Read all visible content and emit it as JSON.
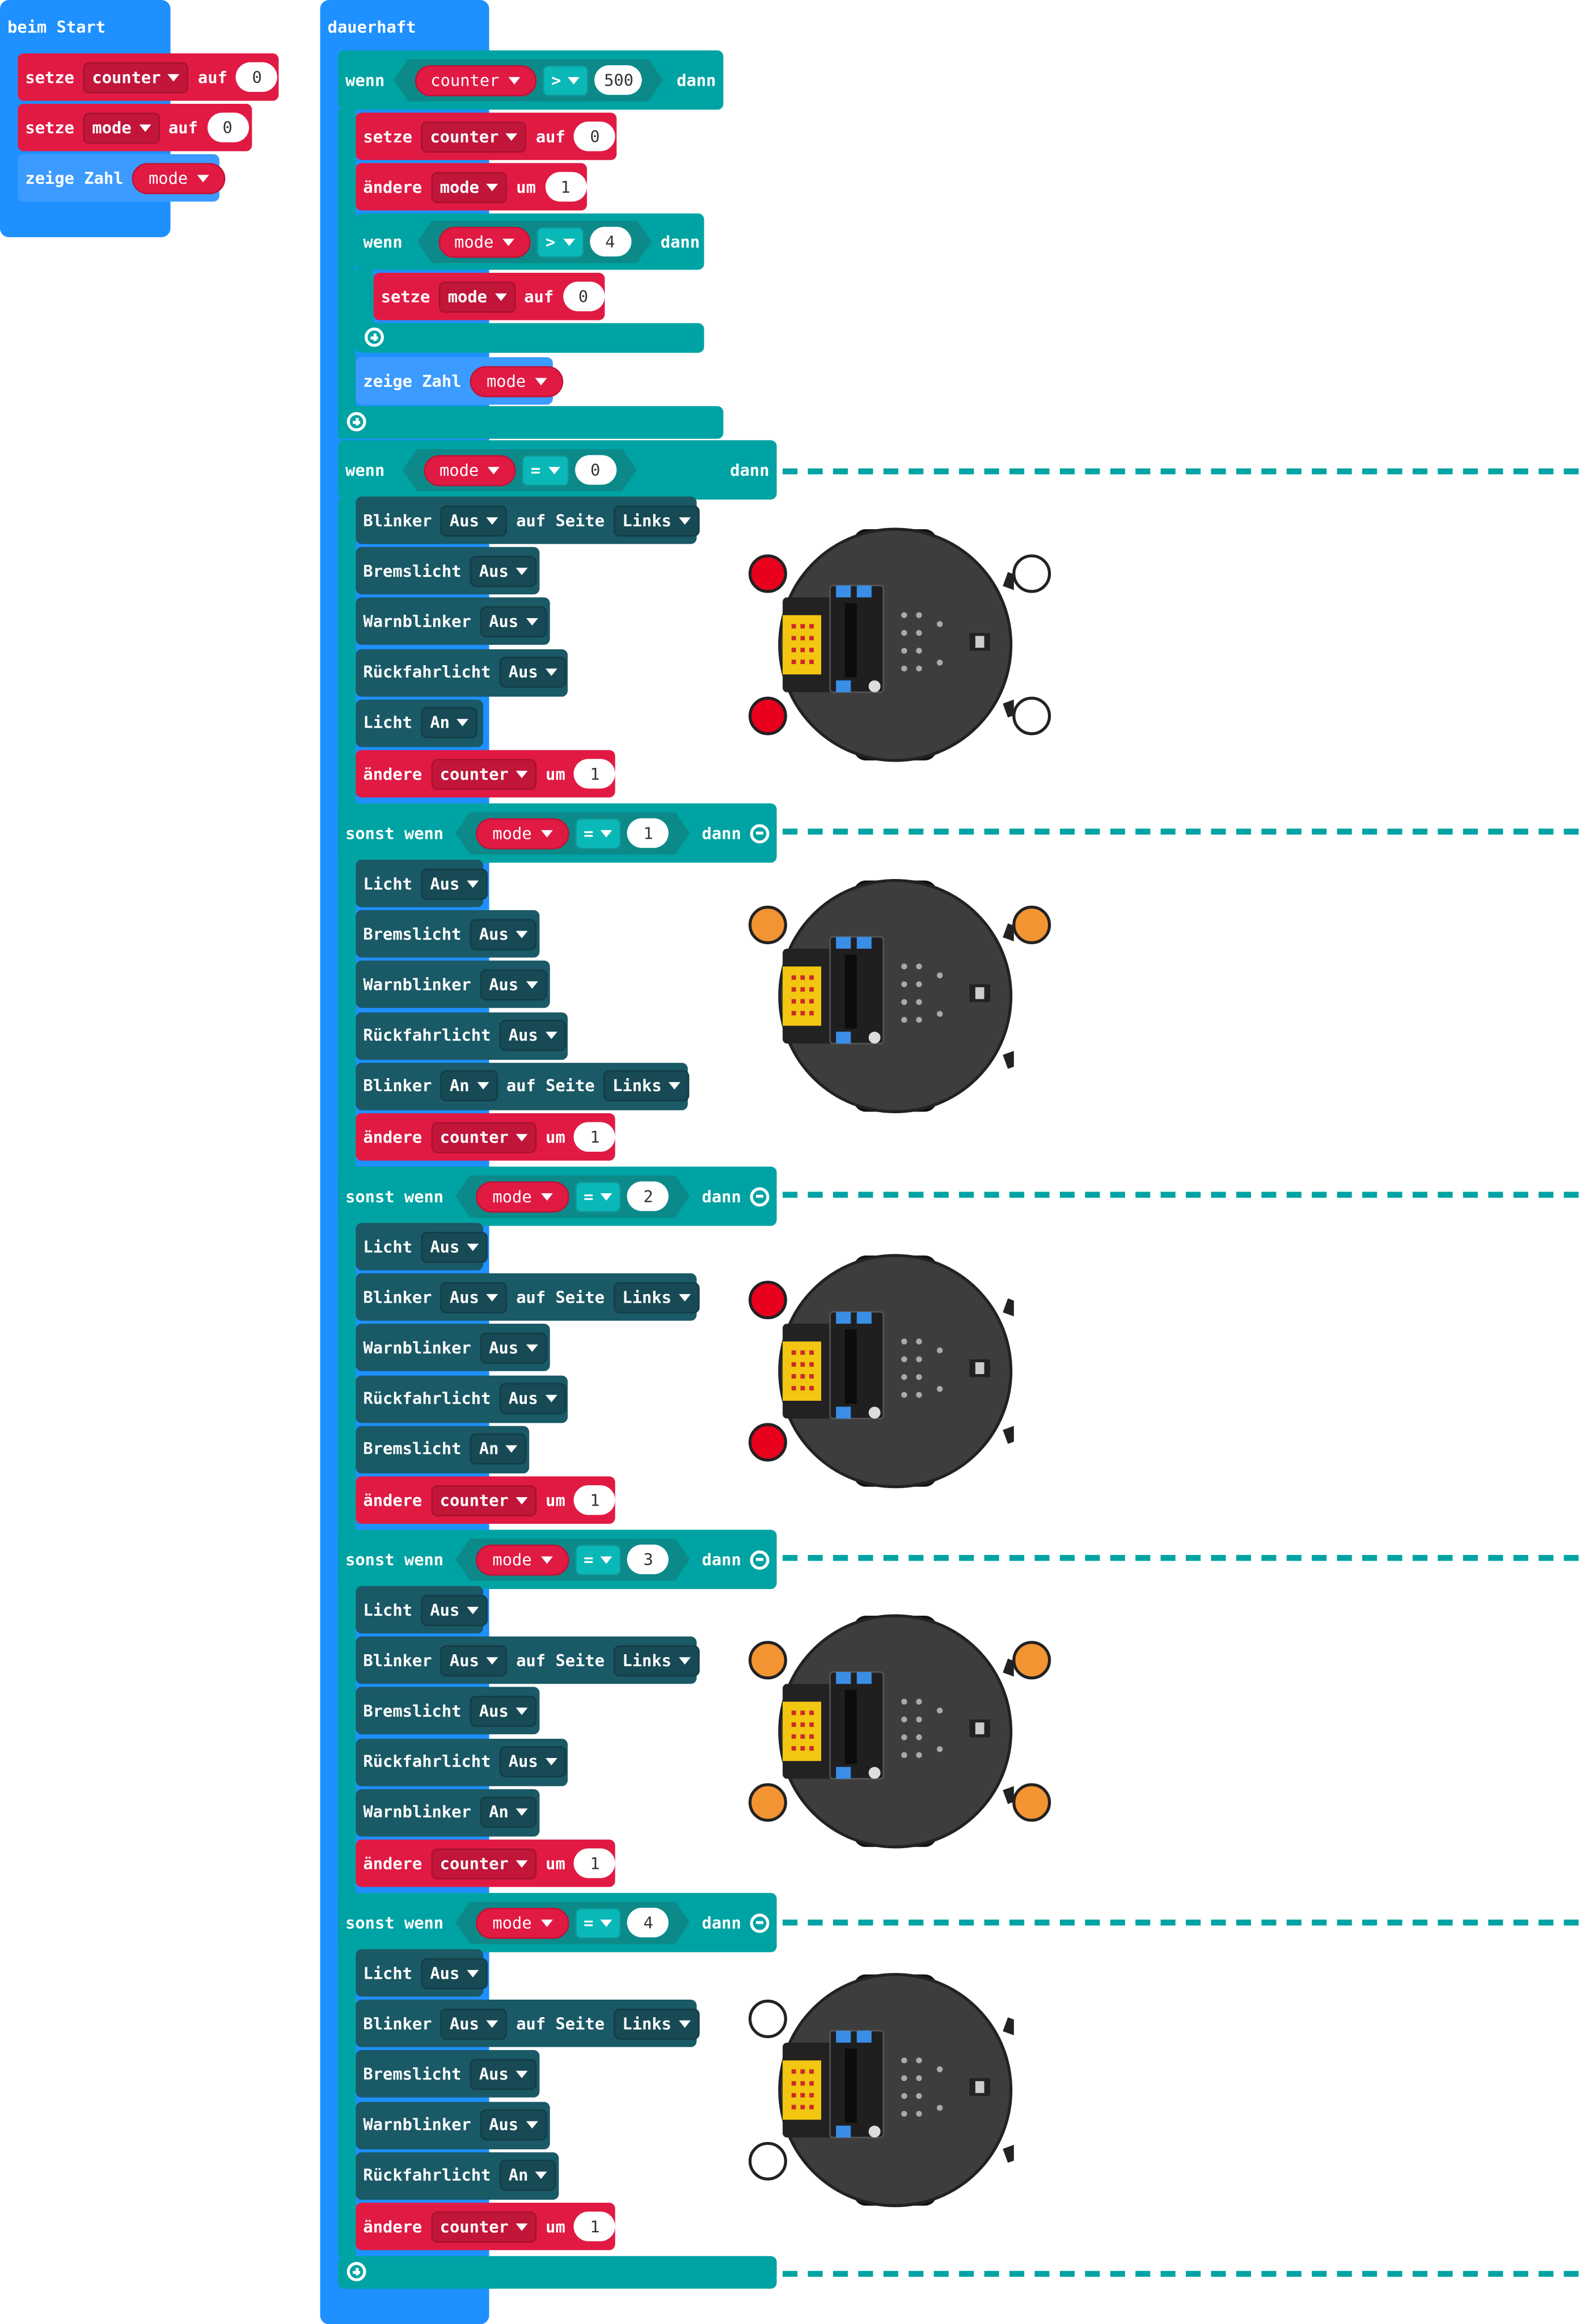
{
  "start": {
    "header": "beim Start",
    "set_counter": {
      "kw": "setze",
      "var": "counter",
      "auf": "auf",
      "val": "0"
    },
    "set_mode": {
      "kw": "setze",
      "var": "mode",
      "auf": "auf",
      "val": "0"
    },
    "show": {
      "kw": "zeige Zahl",
      "var": "mode"
    }
  },
  "forever": {
    "header": "dauerhaft",
    "if1": {
      "kw": "wenn",
      "var": "counter",
      "op": ">",
      "val": "500",
      "then": "dann"
    },
    "reset": {
      "kw": "setze",
      "var": "counter",
      "auf": "auf",
      "val": "0"
    },
    "inc_mode": {
      "kw": "ändere",
      "var": "mode",
      "um": "um",
      "val": "1"
    },
    "if2": {
      "kw": "wenn",
      "var": "mode",
      "op": ">",
      "val": "4",
      "then": "dann"
    },
    "reset_mode": {
      "kw": "setze",
      "var": "mode",
      "auf": "auf",
      "val": "0"
    },
    "show": {
      "kw": "zeige Zahl",
      "var": "mode"
    },
    "branches": [
      {
        "kw": "wenn",
        "var": "mode",
        "op": "=",
        "val": "0",
        "then": "dann",
        "rows": [
          {
            "label": "Blinker",
            "value": "Aus",
            "side_label": "auf Seite",
            "side": "Links"
          },
          {
            "label": "Bremslicht",
            "value": "Aus"
          },
          {
            "label": "Warnblinker",
            "value": "Aus"
          },
          {
            "label": "Rückfahrlicht",
            "value": "Aus"
          },
          {
            "label": "Licht",
            "value": "An"
          }
        ],
        "inc": {
          "kw": "ändere",
          "var": "counter",
          "um": "um",
          "val": "1"
        }
      },
      {
        "kw": "sonst wenn",
        "var": "mode",
        "op": "=",
        "val": "1",
        "then": "dann",
        "rows": [
          {
            "label": "Licht",
            "value": "Aus"
          },
          {
            "label": "Bremslicht",
            "value": "Aus"
          },
          {
            "label": "Warnblinker",
            "value": "Aus"
          },
          {
            "label": "Rückfahrlicht",
            "value": "Aus"
          },
          {
            "label": "Blinker",
            "value": "An",
            "side_label": "auf Seite",
            "side": "Links"
          }
        ],
        "inc": {
          "kw": "ändere",
          "var": "counter",
          "um": "um",
          "val": "1"
        }
      },
      {
        "kw": "sonst wenn",
        "var": "mode",
        "op": "=",
        "val": "2",
        "then": "dann",
        "rows": [
          {
            "label": "Licht",
            "value": "Aus"
          },
          {
            "label": "Blinker",
            "value": "Aus",
            "side_label": "auf Seite",
            "side": "Links"
          },
          {
            "label": "Warnblinker",
            "value": "Aus"
          },
          {
            "label": "Rückfahrlicht",
            "value": "Aus"
          },
          {
            "label": "Bremslicht",
            "value": "An"
          }
        ],
        "inc": {
          "kw": "ändere",
          "var": "counter",
          "um": "um",
          "val": "1"
        }
      },
      {
        "kw": "sonst wenn",
        "var": "mode",
        "op": "=",
        "val": "3",
        "then": "dann",
        "rows": [
          {
            "label": "Licht",
            "value": "Aus"
          },
          {
            "label": "Blinker",
            "value": "Aus",
            "side_label": "auf Seite",
            "side": "Links"
          },
          {
            "label": "Bremslicht",
            "value": "Aus"
          },
          {
            "label": "Rückfahrlicht",
            "value": "Aus"
          },
          {
            "label": "Warnblinker",
            "value": "An"
          }
        ],
        "inc": {
          "kw": "ändere",
          "var": "counter",
          "um": "um",
          "val": "1"
        }
      },
      {
        "kw": "sonst wenn",
        "var": "mode",
        "op": "=",
        "val": "4",
        "then": "dann",
        "rows": [
          {
            "label": "Licht",
            "value": "Aus"
          },
          {
            "label": "Blinker",
            "value": "Aus",
            "side_label": "auf Seite",
            "side": "Links"
          },
          {
            "label": "Bremslicht",
            "value": "Aus"
          },
          {
            "label": "Warnblinker",
            "value": "Aus"
          },
          {
            "label": "Rückfahrlicht",
            "value": "An"
          }
        ],
        "inc": {
          "kw": "ändere",
          "var": "counter",
          "um": "um",
          "val": "1"
        }
      }
    ]
  },
  "robots": [
    {
      "leds": {
        "front_left": "#e8001c",
        "rear_left": "#e8001c",
        "front_right": "#ffffff",
        "rear_right": "#ffffff"
      }
    },
    {
      "leds": {
        "front_left": "#f39433",
        "front_right": "#f39433"
      }
    },
    {
      "leds": {
        "front_left": "#e8001c",
        "rear_left": "#e8001c"
      }
    },
    {
      "leds": {
        "front_left": "#f39433",
        "rear_left": "#f39433",
        "front_right": "#f39433",
        "rear_right": "#f39433"
      }
    },
    {
      "leds": {
        "front_left": "#ffffff",
        "rear_left": "#ffffff"
      }
    }
  ],
  "colors": {
    "variables": "#e11a44",
    "basic": "#1e90ff",
    "logic": "#00a3a3",
    "extension": "#1a5966",
    "dashed_line": "#00a3a3"
  }
}
